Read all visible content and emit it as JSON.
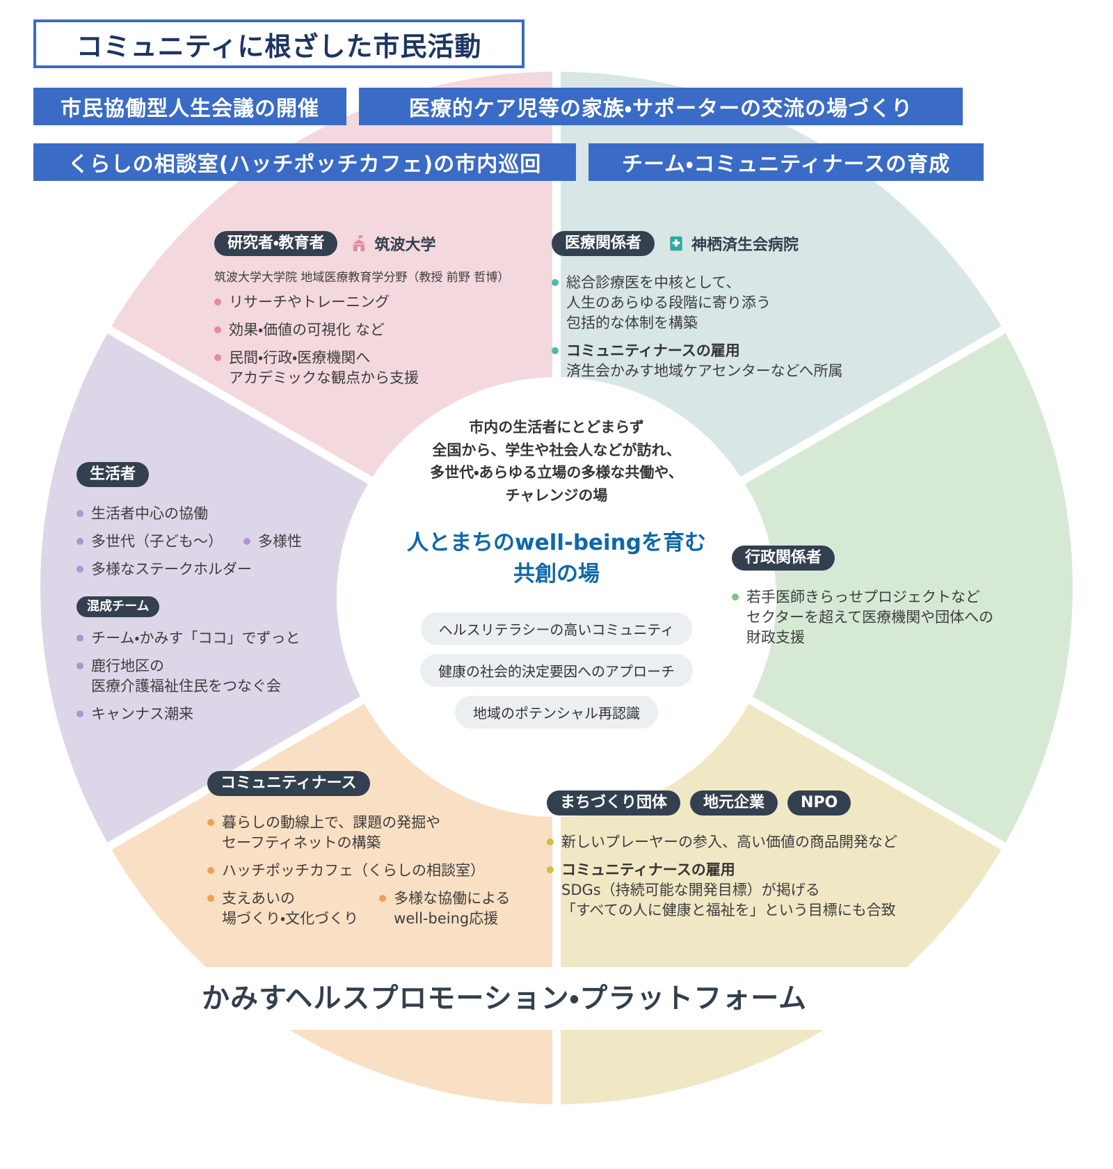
{
  "page": {
    "title": "コミュニティに根ざした市民活動",
    "bottom_title": "かみすヘルスプロモーション・プラットフォーム"
  },
  "banners": [
    {
      "label": "市民協働型人生会議の開催"
    },
    {
      "label": "医療的ケア児等の家族・サポーターの交流の場づくり"
    },
    {
      "label": "くらしの相談室(ハッチポッチカフェ)の市内巡回"
    },
    {
      "label": "チーム・コミュニティナースの育成"
    }
  ],
  "center": {
    "intro": "市内の生活者にとどまらず\n全国から、学生や社会人などが訪れ、\n多世代・あらゆる立場の多様な共働や、\nチャレンジの場",
    "heading": "人とまちのwell-beingを育む\n共創の場",
    "pills": [
      "ヘルスリテラシーの高いコミュニティ",
      "健康の社会的決定要因へのアプローチ",
      "地域のポテンシャル再認識"
    ]
  },
  "segments": {
    "researchers": {
      "badge": "研究者・教育者",
      "org": "筑波大学",
      "subtitle": "筑波大学大学院 地域医療教育学分野（教授 前野 哲博）",
      "bullets": [
        "リサーチやトレーニング",
        "効果・価値の可視化 など",
        "民間・行政・医療機関へ\nアカデミックな観点から支援"
      ],
      "color": "#f3d8de",
      "accent": "#e8899b"
    },
    "medical": {
      "badge": "医療関係者",
      "org": "神栖済生会病院",
      "bullets": [
        {
          "text": "総合診療医を中核として、\n人生のあらゆる段階に寄り添う\n包括的な体制を構築"
        },
        {
          "title": "コミュニティナースの雇用",
          "text": "済生会かみす地域ケアセンターなどへ所属"
        }
      ],
      "color": "#d8e6e5",
      "accent": "#4cb8ae"
    },
    "residents": {
      "badge": "生活者",
      "bullets": [
        "生活者中心の協働",
        "多世代（子ども〜）",
        "多様性",
        "多様なステークホルダー"
      ],
      "sub_badge": "混成チーム",
      "sub_bullets": [
        "チーム・かみす「ココ」でずっと",
        "鹿行地区の\n医療介護福祉住民をつなぐ会",
        "キャンナス潮来"
      ],
      "color": "#ddd6e9",
      "accent": "#b392d6"
    },
    "government": {
      "badge": "行政関係者",
      "bullets": [
        "若手医師きらっせプロジェクトなど\nセクターを超えて医療機関や団体への\n財政支援"
      ],
      "color": "#d6e9d4",
      "accent": "#7cc57e"
    },
    "community_nurse": {
      "badge": "コミュニティナース",
      "bullets": [
        "暮らしの動線上で、課題の発掘や\nセーフティネットの構築",
        "ハッチポッチカフェ（くらしの相談室）",
        "支えあいの\n場づくり・文化づくり",
        "多様な協働による\nwell-being応援"
      ],
      "color": "#f9dfc3",
      "accent": "#f0a050"
    },
    "town_groups": {
      "badges": [
        "まちづくり団体",
        "地元企業",
        "NPO"
      ],
      "bullets": [
        {
          "text": "新しいプレーヤーの参入、高い価値の商品開発など"
        },
        {
          "title": "コミュニティナースの雇用",
          "text": "SDGs（持続可能な開発目標）が掲げる\n「すべての人に健康と福祉を」という目標にも合致"
        }
      ],
      "color": "#f0e7c5",
      "accent": "#d8ba45"
    }
  },
  "theme": {
    "banner_blue": "#3a6bc6",
    "badge_dark": "#33404f",
    "center_heading_blue": "#0f67ab",
    "pill_gray": "#ebeff1"
  }
}
